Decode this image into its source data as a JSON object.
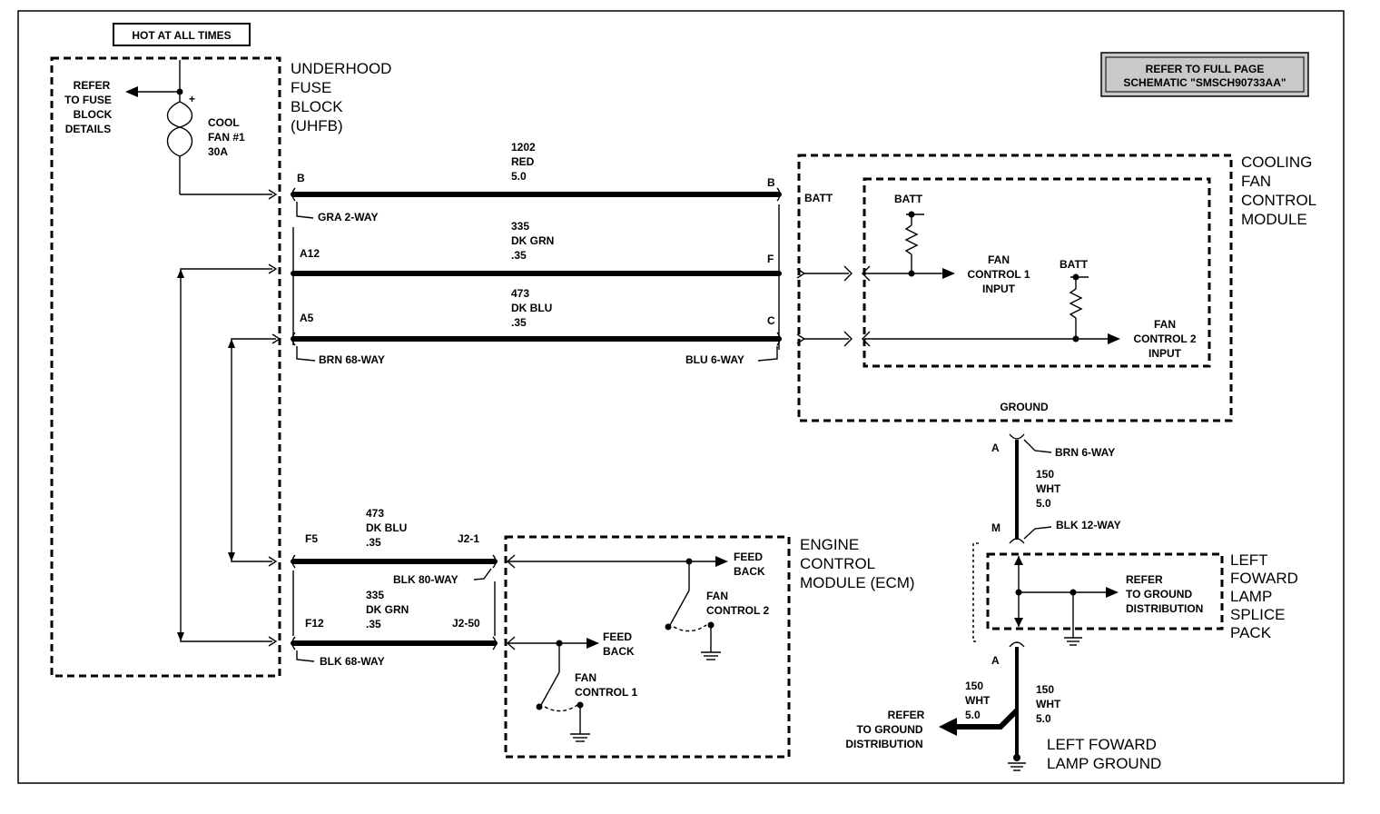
{
  "hot_at_all_times": "HOT AT ALL TIMES",
  "refer_box": {
    "line1": "REFER TO FULL PAGE",
    "line2": "SCHEMATIC \"SMSCH90733AA\""
  },
  "uhfb": {
    "label": [
      "UNDERHOOD",
      "FUSE",
      "BLOCK",
      "(UHFB)"
    ],
    "refer_fuse": [
      "REFER",
      "TO FUSE",
      "BLOCK",
      "DETAILS"
    ],
    "fuse": [
      "COOL",
      "FAN #1",
      "30A"
    ]
  },
  "wires": {
    "red": {
      "circuit": "1202",
      "color": "RED",
      "gauge": "5.0",
      "left_pin": "B",
      "right_pin": "B",
      "connector": "GRA 2-WAY"
    },
    "grn": {
      "circuit": "335",
      "color": "DK GRN",
      "gauge": ".35",
      "left_pin": "A12",
      "right_pin": "F"
    },
    "blu": {
      "circuit": "473",
      "color": "DK BLU",
      "gauge": ".35",
      "left_pin": "A5",
      "right_pin": "C",
      "left_connector": "BRN 68-WAY",
      "right_connector": "BLU 6-WAY"
    },
    "ecm_blu": {
      "circuit": "473",
      "color": "DK BLU",
      "gauge": ".35",
      "left_pin": "F5",
      "right_pin": "J2-1",
      "connector": "BLK 80-WAY"
    },
    "ecm_grn": {
      "circuit": "335",
      "color": "DK GRN",
      "gauge": ".35",
      "left_pin": "F12",
      "right_pin": "J2-50",
      "connector": "BLK 68-WAY"
    }
  },
  "cfcm": {
    "label": [
      "COOLING",
      "FAN",
      "CONTROL",
      "MODULE"
    ],
    "batt": "BATT",
    "fan1": [
      "FAN",
      "CONTROL 1",
      "INPUT"
    ],
    "fan2": [
      "FAN",
      "CONTROL 2",
      "INPUT"
    ],
    "ground": "GROUND"
  },
  "ecm": {
    "label": [
      "ENGINE",
      "CONTROL",
      "MODULE (ECM)"
    ],
    "feed_back": [
      "FEED",
      "BACK"
    ],
    "fan_control_2": [
      "FAN",
      "CONTROL 2"
    ],
    "fan_control_1": [
      "FAN",
      "CONTROL 1"
    ]
  },
  "ground_circuit": {
    "pin_a_top": "A",
    "conn_brn": "BRN 6-WAY",
    "wire_top": [
      "150",
      "WHT",
      "5.0"
    ],
    "pin_m": "M",
    "conn_blk": "BLK 12-WAY",
    "splice_label": [
      "LEFT",
      "FOWARD",
      "LAMP",
      "SPLICE",
      "PACK"
    ],
    "splice_refer": [
      "REFER",
      "TO GROUND",
      "DISTRIBUTION"
    ],
    "pin_a_bottom": "A",
    "wire_left": [
      "150",
      "WHT",
      "5.0"
    ],
    "wire_right": [
      "150",
      "WHT",
      "5.0"
    ],
    "refer_ground": [
      "REFER",
      "TO GROUND",
      "DISTRIBUTION"
    ],
    "lamp_ground": [
      "LEFT FOWARD",
      "LAMP GROUND"
    ]
  }
}
